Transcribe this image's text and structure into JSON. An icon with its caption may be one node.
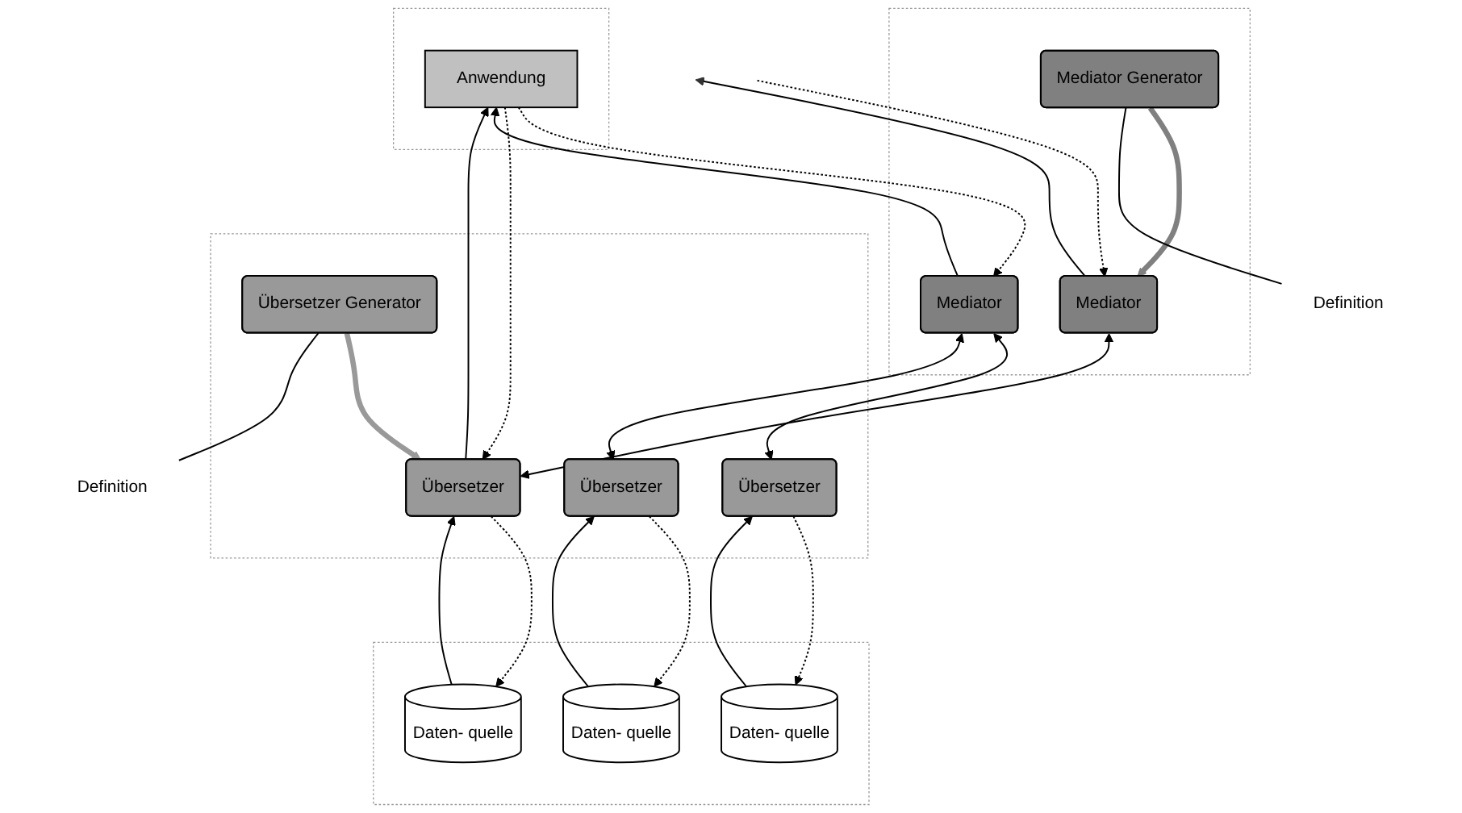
{
  "diagram": {
    "nodes": [
      {
        "text": [],
        "shape": "box"
      },
      {
        "text": [
          "Anwendung"
        ],
        "in": 0
      },
      {
        "text": [],
        "shape": "box"
      },
      {
        "text": [
          "Mediator"
        ],
        "in": 2
      },
      {
        "text": [
          "Mediator"
        ],
        "in": 2
      },
      {
        "text": [
          "Mediator Generator"
        ],
        "in": 2
      },
      {
        "text": [],
        "shape": "box"
      },
      {
        "text": [
          "Übersetzer"
        ],
        "in": 6
      },
      {
        "text": [
          "Übersetzer"
        ],
        "in": 6
      },
      {
        "text": [
          "Übersetzer"
        ],
        "in": 6
      },
      {
        "text": [
          "Übersetzer Generator"
        ],
        "in": 6
      },
      {
        "text": [],
        "shape": "box"
      },
      {
        "text": [
          "Daten- quelle"
        ],
        "in": 11
      },
      {
        "text": [
          "Daten- quelle"
        ],
        "in": 11
      },
      {
        "text": [
          "Daten- quelle"
        ],
        "in": 11
      },
      {
        "text": [
          "Definition"
        ]
      },
      {
        "text": [
          "Definition"
        ]
      }
    ],
    "edges": [
      {
        "from": 3,
        "to": 1,
        "arrow": "to"
      },
      {
        "from": 1,
        "to": 3,
        "arrow": "to",
        "style": "dashed"
      },
      {
        "from": 9,
        "to": 1,
        "arrow": "to"
      },
      {
        "from": 1,
        "to": 9,
        "arrow": "to",
        "style": "dashed"
      },
      {
        "from": 4,
        "to": null,
        "arrow": "to"
      },
      {
        "from": null,
        "to": 4,
        "arrow": "to",
        "style": "dashed"
      },
      {
        "from": 5,
        "to": 4,
        "arrow": "to",
        "style": "thick",
        "color": "#808080"
      },
      {
        "from": 5,
        "to": 15,
        "arrow": "none"
      },
      {
        "from": 3,
        "to": 7,
        "arrow": "both"
      },
      {
        "from": 3,
        "to": 8,
        "arrow": "both"
      },
      {
        "from": 4,
        "to": 9,
        "arrow": "both"
      },
      {
        "from": 10,
        "to": 9,
        "arrow": "to",
        "style": "thick",
        "color": "#999999"
      },
      {
        "from": 10,
        "to": 16,
        "arrow": "none"
      },
      {
        "from": 12,
        "to": 7,
        "arrow": "to"
      },
      {
        "from": 7,
        "to": 12,
        "arrow": "to",
        "style": "dashed"
      },
      {
        "from": 13,
        "to": 8,
        "arrow": "to"
      },
      {
        "from": 8,
        "to": 13,
        "arrow": "to",
        "style": "dashed"
      },
      {
        "from": 14,
        "to": 9,
        "arrow": "to"
      },
      {
        "from": 9,
        "to": 14,
        "arrow": "to",
        "style": "dashed"
      }
    ]
  }
}
